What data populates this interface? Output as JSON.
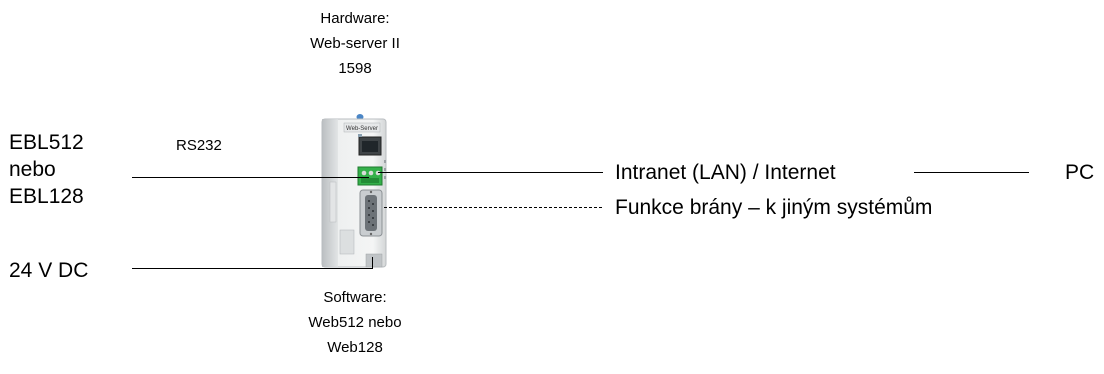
{
  "hardware": {
    "line1": "Hardware:",
    "line2": "Web-server II",
    "line3": "1598"
  },
  "software": {
    "line1": "Software:",
    "line2": "Web512 nebo",
    "line3": "Web128"
  },
  "left": {
    "ebl_line1": "EBL512",
    "ebl_line2": "nebo",
    "ebl_line3": "EBL128",
    "rs232": "RS232",
    "power": "24 V DC"
  },
  "right": {
    "network": "Intranet (LAN) / Internet",
    "pc": "PC",
    "gateway": "Funkce brány – k jiným systémům"
  },
  "device": {
    "label": "Web-Server"
  }
}
